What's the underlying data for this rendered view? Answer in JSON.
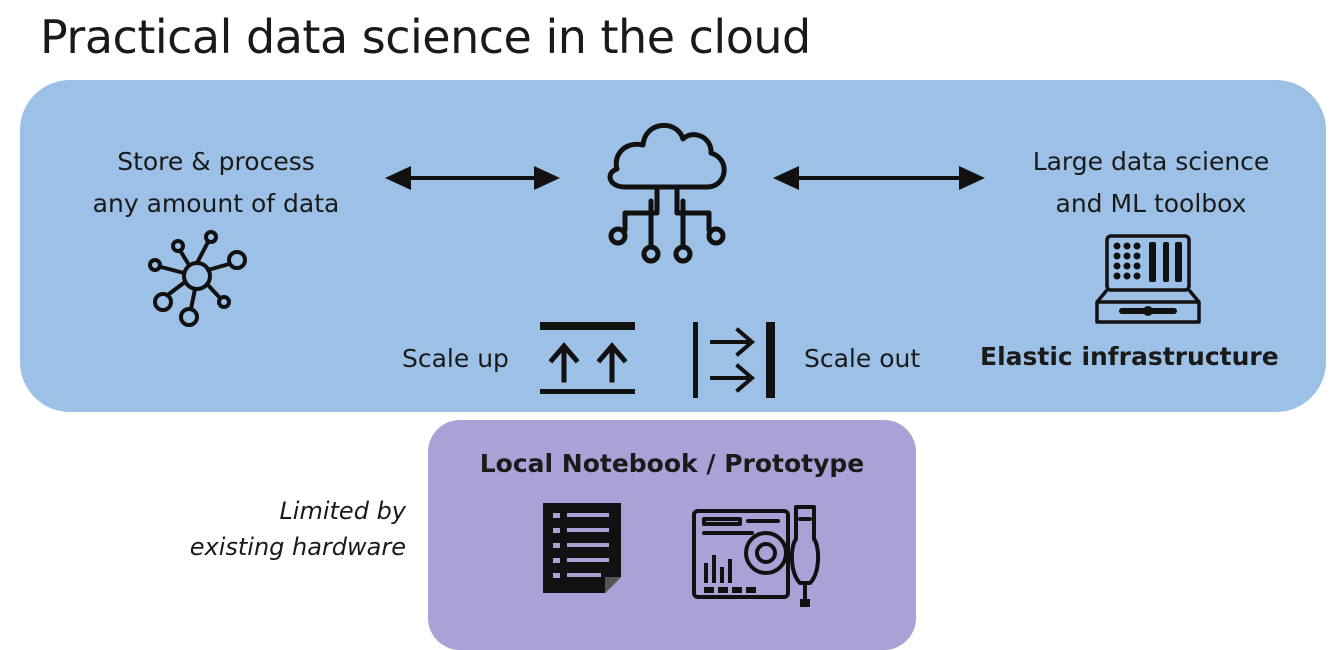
{
  "title": "Practical data science in the cloud",
  "cloud": {
    "left_text": [
      "Store & process",
      "any amount of data"
    ],
    "right_text": [
      "Large data science",
      "and ML toolbox"
    ],
    "scale_up": "Scale up",
    "scale_out": "Scale out",
    "elastic": "Elastic infrastructure"
  },
  "local": {
    "title": "Local Notebook / Prototype",
    "limited": [
      "Limited by",
      "existing hardware"
    ]
  },
  "colors": {
    "cloud_panel": "#9dc0e6",
    "local_panel": "#aba1d6",
    "ink": "#111111"
  },
  "icons": [
    "network-node-icon",
    "cloud-computing-icon",
    "toolbox-icon",
    "scale-up-icon",
    "scale-out-icon",
    "notebook-document-icon",
    "hardware-device-icon"
  ]
}
